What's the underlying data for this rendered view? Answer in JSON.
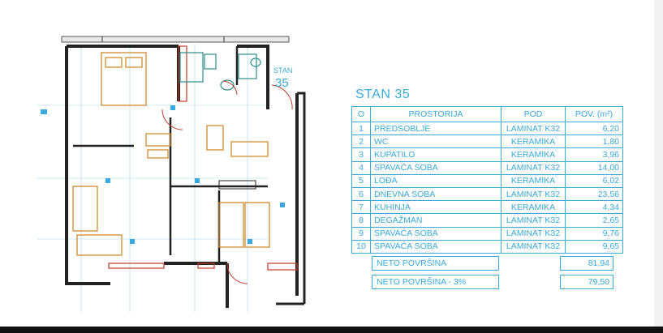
{
  "plan": {
    "stan_label": "STAN",
    "stan_number": "35"
  },
  "table": {
    "title": "STAN 35",
    "headers": {
      "no": "O",
      "room": "PROSTORIJA",
      "floor": "POD",
      "area": "POV. (m²)"
    },
    "rows": [
      {
        "no": "1",
        "room": "PREDSOBLJE",
        "floor": "LAMINAT K32",
        "area": "6,20"
      },
      {
        "no": "2",
        "room": "WC",
        "floor": "KERAMIKA",
        "area": "1,80"
      },
      {
        "no": "3",
        "room": "KUPATILO",
        "floor": "KERAMIKA",
        "area": "3,96"
      },
      {
        "no": "4",
        "room": "SPAVAĆA SOBA",
        "floor": "LAMINAT K32",
        "area": "14,00"
      },
      {
        "no": "5",
        "room": "LOĐA",
        "floor": "KERAMIKA",
        "area": "6,02"
      },
      {
        "no": "6",
        "room": "DNEVNA SOBA",
        "floor": "LAMINAT K32",
        "area": "23,56"
      },
      {
        "no": "7",
        "room": "KUHINJA",
        "floor": "KERAMIKA",
        "area": "4,34"
      },
      {
        "no": "8",
        "room": "DEGAŽMAN",
        "floor": "LAMINAT K32",
        "area": "2,65"
      },
      {
        "no": "9",
        "room": "SPAVAĆA SOBA",
        "floor": "LAMINAT K32",
        "area": "9,76"
      },
      {
        "no": "10",
        "room": "SPAVAĆA SOBA",
        "floor": "LAMINAT K32",
        "area": "9,65"
      }
    ],
    "net_area_label": "NETO POVRŠINA",
    "net_area_value": "81,94",
    "net_area_reduced_label": "NETO POVRŠINA - 3%",
    "net_area_reduced_value": "79,50"
  }
}
